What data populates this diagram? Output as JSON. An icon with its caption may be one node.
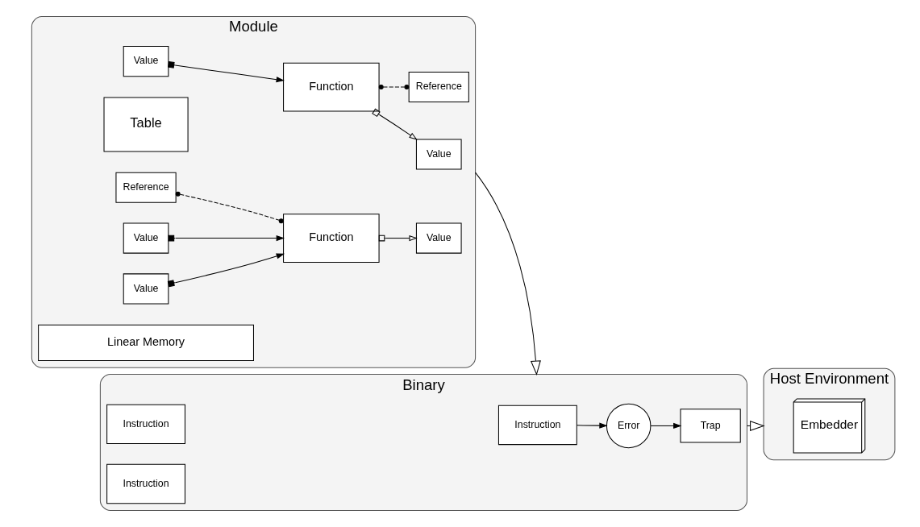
{
  "diagram": {
    "nodes": [
      {
        "text": [
          "Module"
        ]
      },
      {
        "text": [
          "Value"
        ],
        "in": 0
      },
      {
        "text": [
          "Function"
        ],
        "in": 0
      },
      {
        "text": [
          "Value"
        ],
        "in": 0
      },
      {
        "text": [
          "Table"
        ],
        "in": 0
      },
      {
        "text": [
          "Reference"
        ],
        "in": 0
      },
      {
        "text": [
          "Reference"
        ],
        "in": 0
      },
      {
        "text": [
          "Value"
        ],
        "in": 0
      },
      {
        "text": [
          "Value"
        ],
        "in": 0
      },
      {
        "text": [
          "Function"
        ],
        "in": 0
      },
      {
        "text": [
          "Value"
        ],
        "in": 0
      },
      {
        "text": [
          "Linear Memory"
        ],
        "in": 0
      },
      {
        "text": [
          "Binary"
        ]
      },
      {
        "text": [
          "Instruction"
        ],
        "in": 12
      },
      {
        "text": [
          "Error"
        ],
        "in": 12
      },
      {
        "text": [
          "Trap"
        ],
        "in": 12
      },
      {
        "text": [
          "Instruction"
        ],
        "in": 12
      },
      {
        "text": [
          "Instruction"
        ],
        "in": 12
      },
      {
        "text": [
          "Host Environment"
        ]
      },
      {
        "text": [
          "Embedder"
        ],
        "in": 18
      }
    ],
    "edges": [
      {
        "from": 1,
        "to": 2,
        "arrow": "to"
      },
      {
        "from": 2,
        "to": 3,
        "arrow": "to"
      },
      {
        "from": 2,
        "to": 5,
        "arrow": "other",
        "style": "dashed"
      },
      {
        "from": 6,
        "to": 9,
        "arrow": "other",
        "style": "dashed"
      },
      {
        "from": 7,
        "to": 9,
        "arrow": "to"
      },
      {
        "from": 8,
        "to": 9,
        "arrow": "to"
      },
      {
        "from": 9,
        "to": 10,
        "arrow": "to"
      },
      {
        "from": 0,
        "to": 12,
        "arrow": "to"
      },
      {
        "from": 13,
        "to": 14,
        "arrow": "to"
      },
      {
        "from": 14,
        "to": 15,
        "arrow": "to"
      },
      {
        "from": 12,
        "to": 18,
        "arrow": "to"
      }
    ]
  }
}
